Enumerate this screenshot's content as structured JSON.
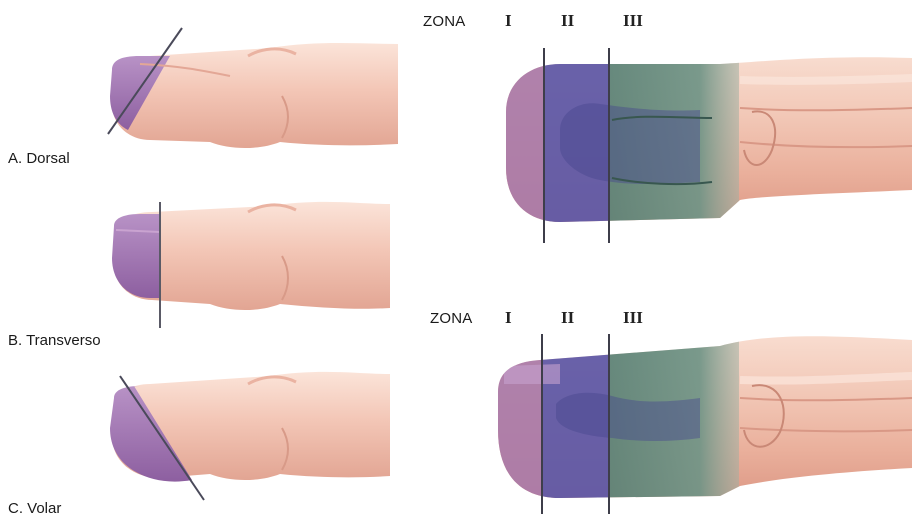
{
  "cases": [
    {
      "label": "A. Dorsal"
    },
    {
      "label": "B. Transverso"
    },
    {
      "label": "C. Volar"
    }
  ],
  "zones": [
    {
      "word": "ZONA",
      "numerals": [
        "I",
        "II",
        "III"
      ]
    },
    {
      "word": "ZONA",
      "numerals": [
        "I",
        "II",
        "III"
      ]
    }
  ],
  "colors": {
    "skin_light": "#f6d3c4",
    "skin_mid": "#eab5a2",
    "skin_dark": "#d99886",
    "nail_purple": "#9c6cab",
    "zone1": "#a97aa8",
    "zone2": "#5c57a6",
    "zone3": "#5f8578",
    "cut_line": "#4a4a5a"
  }
}
